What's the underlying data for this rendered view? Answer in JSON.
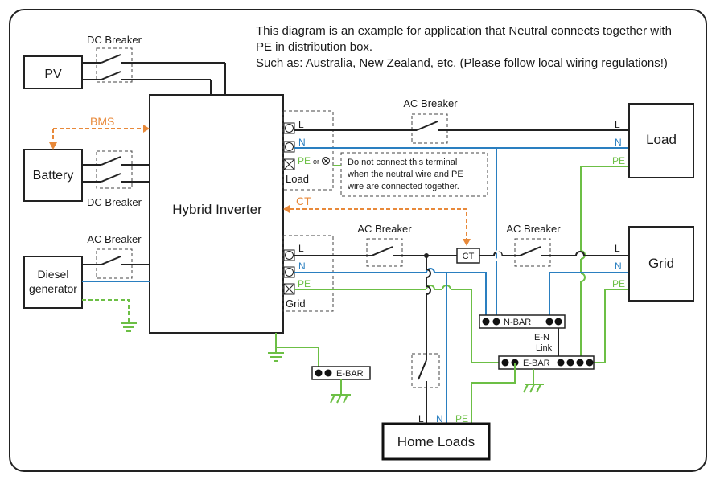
{
  "note": {
    "line1": "This diagram is an example for application that Neutral connects together with",
    "line2": "PE in distribution box.",
    "line3": "Such as: Australia, New Zealand, etc. (Please follow local wiring regulations!)"
  },
  "blocks": {
    "pv": "PV",
    "battery": "Battery",
    "diesel_line1": "Diesel",
    "diesel_line2": "generator",
    "inverter": "Hybrid Inverter",
    "load": "Load",
    "grid": "Grid",
    "home_loads": "Home Loads"
  },
  "breakers": {
    "dc_top": "DC Breaker",
    "dc_bottom": "DC Breaker",
    "ac_gen": "AC Breaker",
    "ac_load": "AC Breaker",
    "ac_grid_left": "AC Breaker",
    "ac_grid_right": "AC Breaker"
  },
  "links": {
    "bms": "BMS",
    "ct": "CT",
    "ct_box": "CT"
  },
  "terminals": {
    "load_L": "L",
    "load_N": "N",
    "load_PE": "PE",
    "load_or": "or",
    "load_label": "Load",
    "grid_L": "L",
    "grid_N": "N",
    "grid_PE": "PE",
    "grid_label": "Grid"
  },
  "right_labels": {
    "load_L": "L",
    "load_N": "N",
    "load_PE": "PE",
    "grid_L": "L",
    "grid_N": "N",
    "grid_PE": "PE"
  },
  "warning": {
    "line1": "Do not connect this terminal",
    "line2": "when the neutral wire and PE",
    "line3": "wire are connected together."
  },
  "bars": {
    "nbar": "N-BAR",
    "ebar_dist": "E-BAR",
    "ebar_inv": "E-BAR",
    "en_link_1": "E-N",
    "en_link_2": "Link"
  },
  "home_labels": {
    "L": "L",
    "N": "N",
    "PE": "PE"
  },
  "colors": {
    "neutral": "#2a7fc0",
    "pe": "#6cbf45",
    "signal": "#e8893a",
    "wire": "#1a1a1a"
  }
}
